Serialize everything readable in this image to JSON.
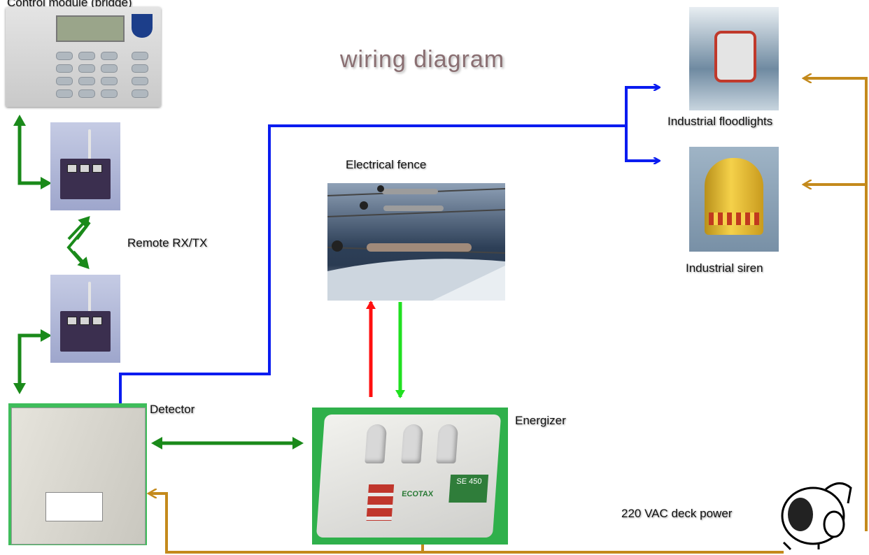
{
  "title": "wiring diagram",
  "labels": {
    "control_module": "Control module (bridge)",
    "remote": "Remote RX/TX",
    "detector": "Detector",
    "electrical_fence": "Electrical fence",
    "energizer": "Energizer",
    "floodlights": "Industrial floodlights",
    "siren": "Industrial siren",
    "deck_power": "220 VAC deck power"
  },
  "device_markings": {
    "energizer_brand": "ECOTAX",
    "energizer_model": "SE 450"
  },
  "colors": {
    "signal_wire": "#0a1cf0",
    "radio_link": "#1a8a1a",
    "power_wire": "#c48a1c",
    "fence_out": "#ff1010",
    "fence_return": "#20e020"
  }
}
